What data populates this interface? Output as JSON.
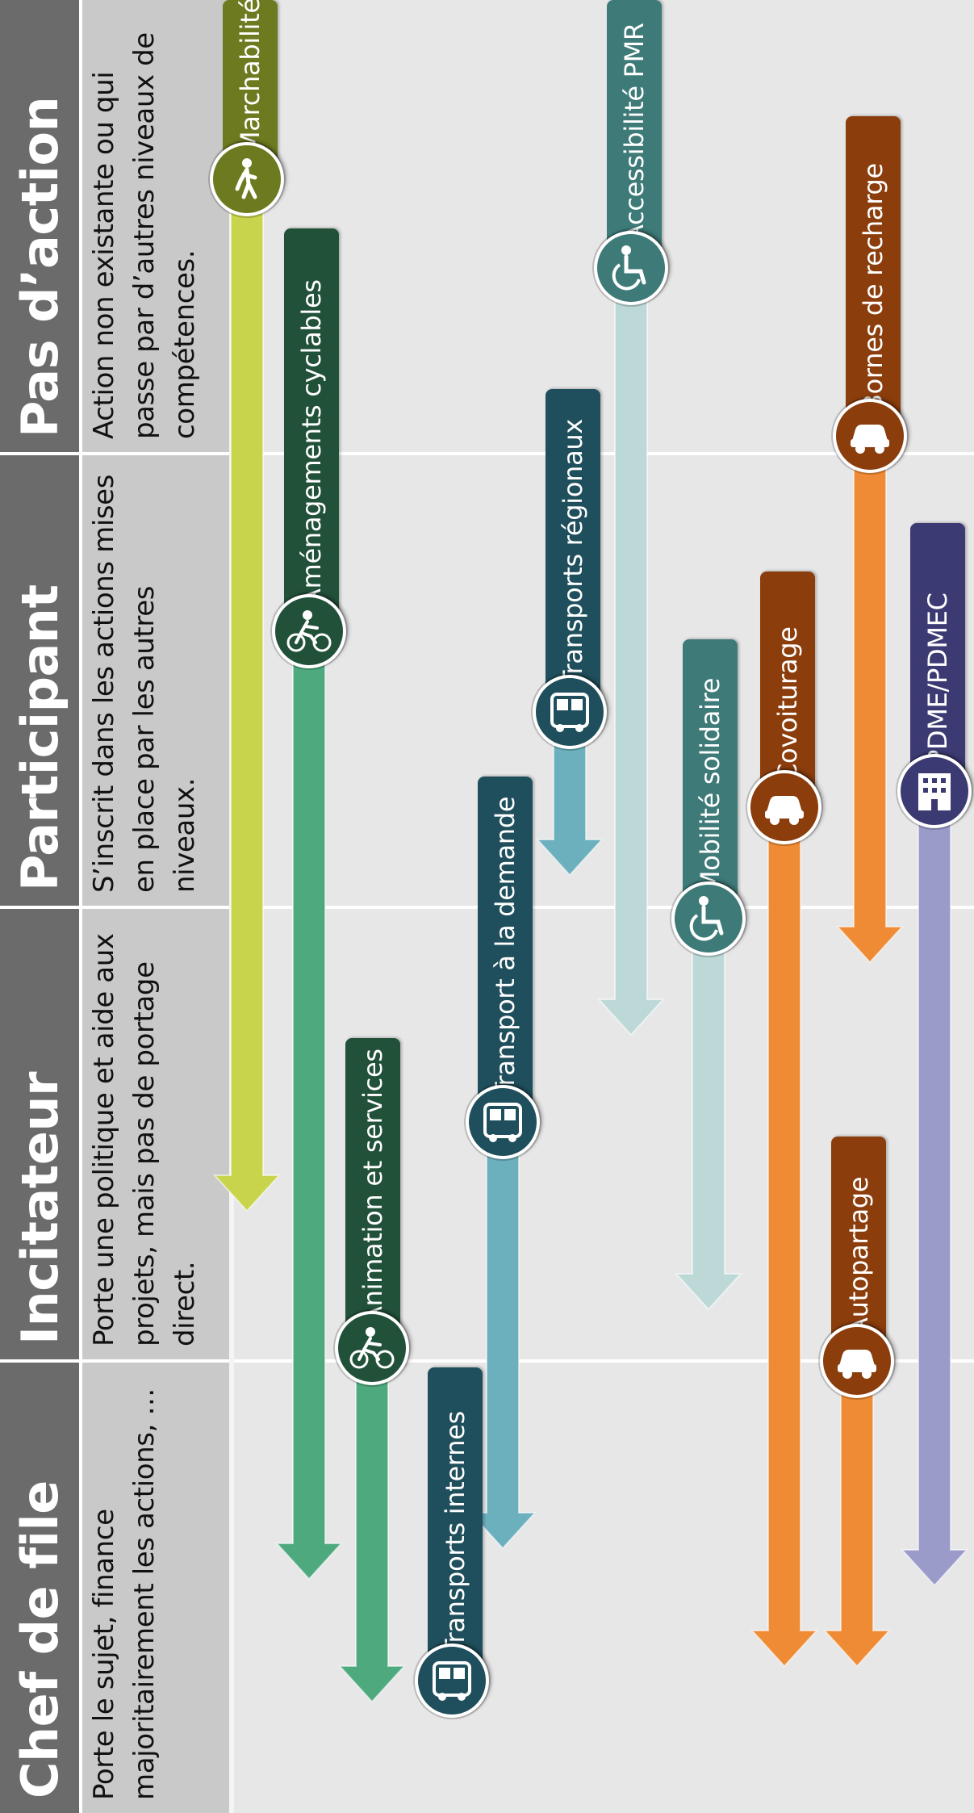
{
  "columns": [
    {
      "key": "chef",
      "title": "Chef de file",
      "description": "Porte le sujet, finance majoritairement les actions, …"
    },
    {
      "key": "incitateur",
      "title": "Incitateur",
      "description": "Porte une politique et aide aux projets, mais pas de portage direct."
    },
    {
      "key": "participant",
      "title": "Participant",
      "description": "S’inscrit dans les actions mises en place par les autres niveaux."
    },
    {
      "key": "pas",
      "title": "Pas d’action",
      "description": "Action non existante ou qui passe par d’autres niveaux de compétences."
    }
  ],
  "actions": [
    {
      "label": "Marchabilité",
      "icon": "pedestrian-icon",
      "label_color": "#6e7a1f",
      "arrow_color": "#c8d44b"
    },
    {
      "label": "Aménagements cyclables",
      "icon": "cyclist-icon",
      "label_color": "#22513a",
      "arrow_color": "#4ea97f"
    },
    {
      "label": "Animation et services",
      "icon": "cyclist-icon",
      "label_color": "#22513a",
      "arrow_color": "#4ea97f"
    },
    {
      "label": "Transports internes",
      "icon": "bus-icon",
      "label_color": "#1f4f5c",
      "arrow_color": "#6db0bd"
    },
    {
      "label": "Transport à la demande",
      "icon": "bus-icon",
      "label_color": "#1f4f5c",
      "arrow_color": "#6db0bd"
    },
    {
      "label": "Transports régionaux",
      "icon": "bus-icon",
      "label_color": "#1f4f5c",
      "arrow_color": "#6db0bd"
    },
    {
      "label": "Accessibilité PMR",
      "icon": "wheelchair-icon",
      "label_color": "#3d7a78",
      "arrow_color": "#bcd9d8"
    },
    {
      "label": "Mobilité solidaire",
      "icon": "wheelchair-icon",
      "label_color": "#3d7a78",
      "arrow_color": "#bcd9d8"
    },
    {
      "label": "Covoiturage",
      "icon": "car-icon",
      "label_color": "#8b3d0c",
      "arrow_color": "#ef8b35"
    },
    {
      "label": "Autopartage",
      "icon": "car-icon",
      "label_color": "#8b3d0c",
      "arrow_color": "#ef8b35"
    },
    {
      "label": "Bornes de recharge",
      "icon": "car-icon",
      "label_color": "#8b3d0c",
      "arrow_color": "#ef8b35"
    },
    {
      "label": "PDME/PDMEC",
      "icon": "building-icon",
      "label_color": "#3b3a73",
      "arrow_color": "#9a9bc9"
    }
  ]
}
